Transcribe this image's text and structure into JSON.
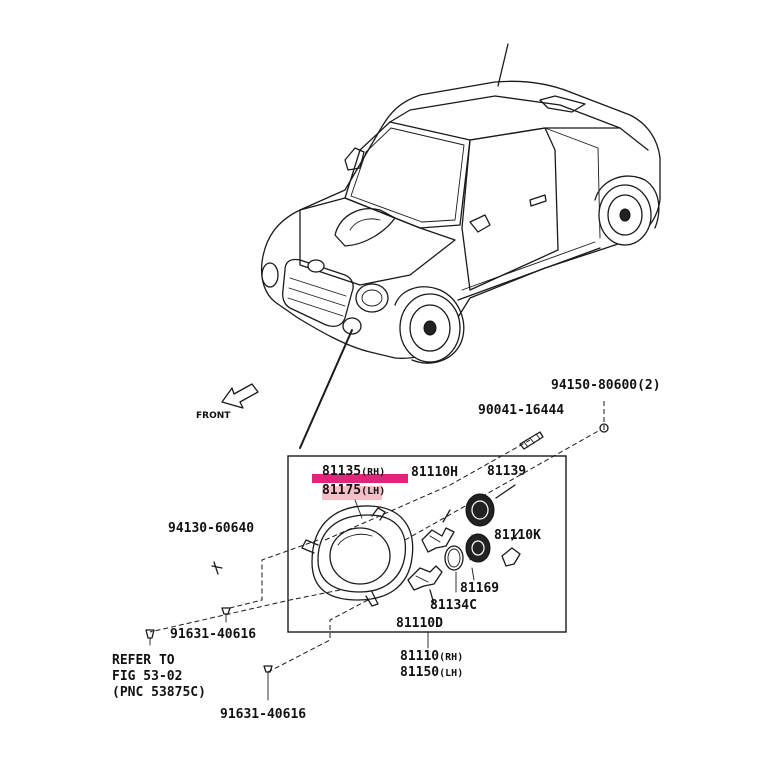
{
  "diagram": {
    "front_label": "FRONT",
    "labels": {
      "p_94150": "94150-80600(2)",
      "p_90041": "90041-16444",
      "p_81135_main": "81135",
      "p_81135_suffix": "(RH)",
      "p_81175_main": "81175",
      "p_81175_suffix": "(LH)",
      "p_81110h": "81110H",
      "p_81139": "81139",
      "p_94130": "94130-60640",
      "p_81110k": "81110K",
      "p_81169": "81169",
      "p_81134c": "81134C",
      "p_81110d": "81110D",
      "p_91631_a": "91631-40616",
      "p_81110_main": "81110",
      "p_81110_suffix": "(RH)",
      "p_81150_main": "81150",
      "p_81150_suffix": "(LH)",
      "refer_line1": "REFER TO",
      "refer_line2": "FIG 53-02",
      "refer_line3": "(PNC 53875C)",
      "p_91631_b": "91631-40616"
    },
    "colors": {
      "line": "#1a1a1a",
      "highlight_magenta": "#e0267a",
      "highlight_pink": "#f4b4be"
    }
  }
}
